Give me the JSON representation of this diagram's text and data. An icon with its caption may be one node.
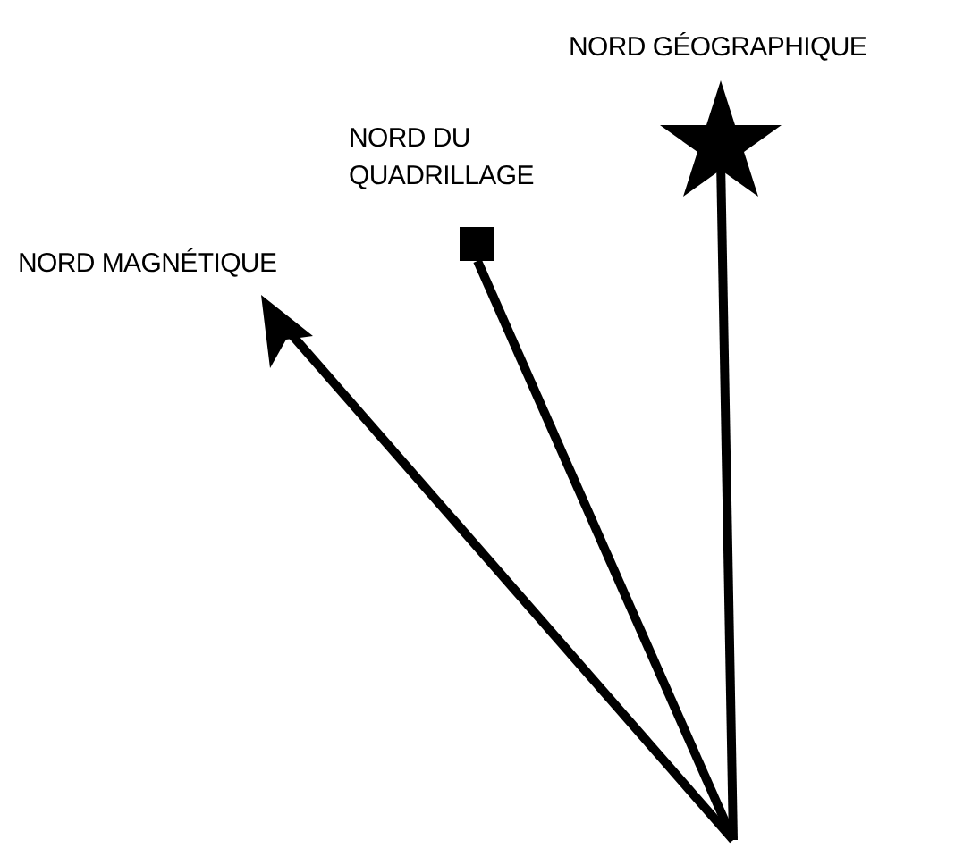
{
  "diagram": {
    "labels": [
      "NORD GÉOGRAPHIQUE",
      "NORD DU QUADRILLAGE",
      "NORD MAGNÉTIQUE"
    ]
  }
}
